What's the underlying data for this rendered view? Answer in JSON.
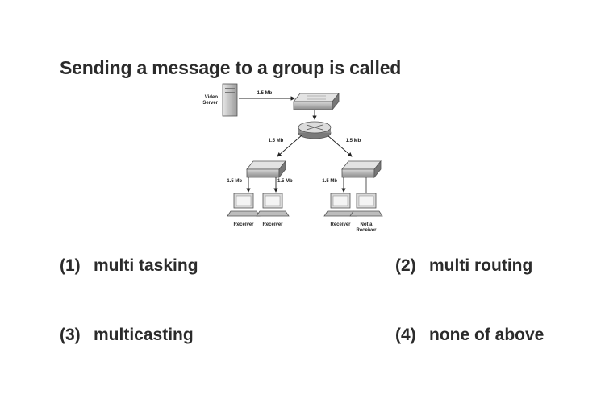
{
  "question": {
    "text": "Sending a message to a group is called"
  },
  "diagram": {
    "video_server_label_line1": "Video",
    "video_server_label_line2": "Server",
    "link_top": "1.5 Mb",
    "link_left": "1.5 Mb",
    "link_right": "1.5 Mb",
    "link_ll": "1.5 Mb",
    "link_lr": "1.5 Mb",
    "link_rl": "1.5 Mb",
    "receiver1": "Receiver",
    "receiver2": "Receiver",
    "receiver3": "Receiver",
    "not_receiver_line1": "Not a",
    "not_receiver_line2": "Receiver"
  },
  "options": [
    {
      "number": "(1)",
      "text": "multi tasking"
    },
    {
      "number": "(2)",
      "text": "multi routing"
    },
    {
      "number": "(3)",
      "text": "multicasting"
    },
    {
      "number": "(4)",
      "text": "none of above"
    }
  ]
}
